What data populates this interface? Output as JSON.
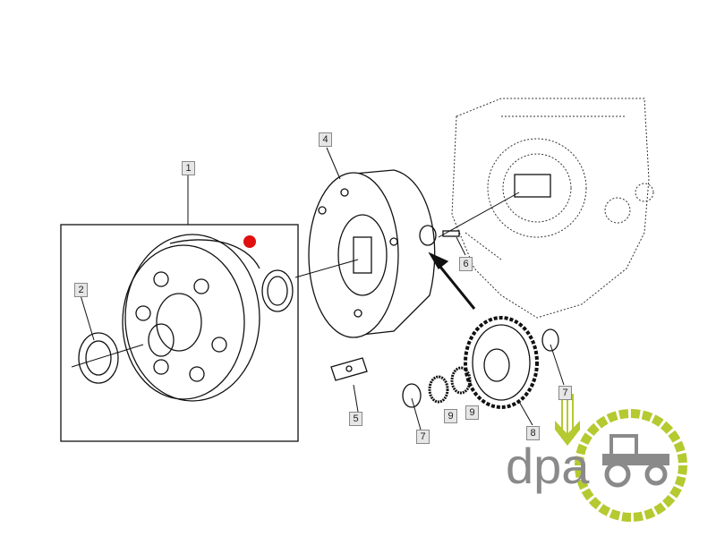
{
  "callouts": [
    {
      "id": "callout-1",
      "text": "1"
    },
    {
      "id": "callout-2",
      "text": "2"
    },
    {
      "id": "callout-4",
      "text": "4"
    },
    {
      "id": "callout-5",
      "text": "5"
    },
    {
      "id": "callout-6",
      "text": "6"
    },
    {
      "id": "callout-7a",
      "text": "7"
    },
    {
      "id": "callout-7b",
      "text": "7"
    },
    {
      "id": "callout-8",
      "text": "8"
    },
    {
      "id": "callout-9a",
      "text": "9"
    },
    {
      "id": "callout-9b",
      "text": "9"
    }
  ],
  "logo": {
    "text": "dpa",
    "colors": {
      "gray": "#8a8a8a",
      "green": "#b5c930"
    }
  },
  "marker_color": "#e01010"
}
